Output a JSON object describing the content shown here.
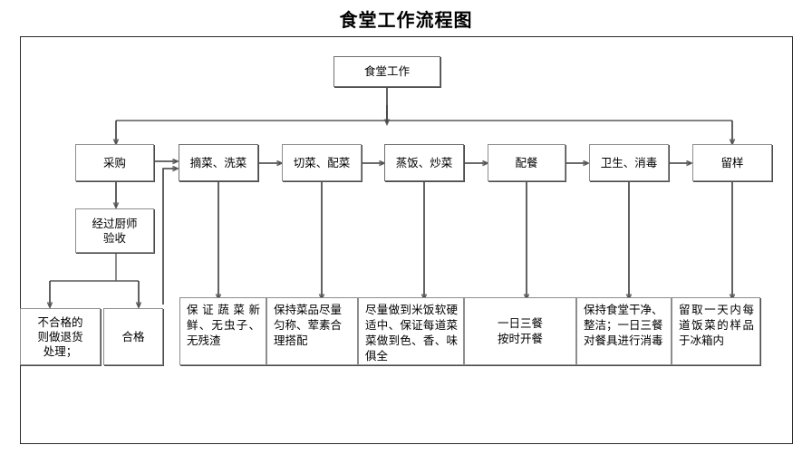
{
  "page": {
    "title": "食堂工作流程图"
  },
  "flow": {
    "root": {
      "label": "食堂工作"
    },
    "process_row": [
      {
        "id": "caigou",
        "label": "采购"
      },
      {
        "id": "zhaicai",
        "label": "摘菜、洗菜"
      },
      {
        "id": "qiecai",
        "label": "切菜、配菜"
      },
      {
        "id": "zhengfan",
        "label": "蒸饭、炒菜"
      },
      {
        "id": "peican",
        "label": "配餐"
      },
      {
        "id": "weisheng",
        "label": "卫生、消毒"
      },
      {
        "id": "liuyang",
        "label": "留样"
      }
    ],
    "inspection": {
      "label": "经过厨师\n验收",
      "line1": "经过厨师",
      "line2": "验收"
    },
    "results": [
      {
        "id": "buhege",
        "line1": "不合格的",
        "line2": "则做退货",
        "line3": "处理；"
      },
      {
        "id": "hege",
        "label": "合格"
      }
    ],
    "requirements": [
      {
        "id": "req-zhaicai",
        "label": "保证蔬菜新鲜、无虫子、无残渣"
      },
      {
        "id": "req-qiecai",
        "label": "保持菜品尽量匀称、荤素合理搭配"
      },
      {
        "id": "req-zhengfan",
        "label": "尽量做到米饭软硬适中、保证每道菜菜做到色、香、味俱全"
      },
      {
        "id": "req-peican",
        "line1": "一日三餐",
        "line2": "按时开餐"
      },
      {
        "id": "req-weisheng",
        "label": "保持食堂干净、整洁；一日三餐对餐具进行消毒"
      },
      {
        "id": "req-liuyang",
        "label": "留取一天内每道饭菜的样品于冰箱内"
      }
    ]
  },
  "colors": {
    "frame": "#2b2b2b",
    "box_border": "#8d8d8d",
    "box_shadow": "#4a4a4a",
    "connector": "#5a5a5a",
    "text": "#000000",
    "background": "#ffffff"
  }
}
